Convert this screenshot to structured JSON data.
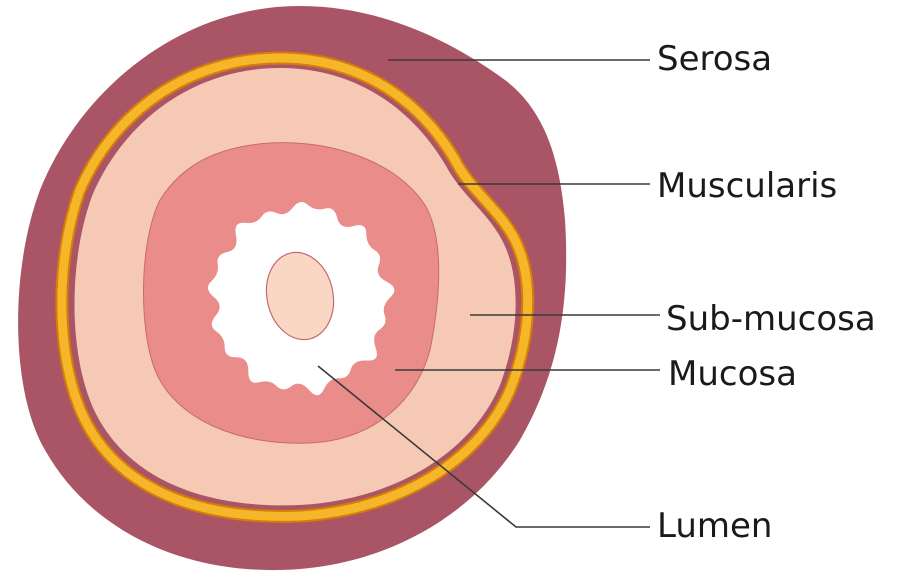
{
  "labels": {
    "serosa": "Serosa",
    "muscularis": "Muscularis",
    "submucosa": "Sub-mucosa",
    "mucosa": "Mucosa",
    "lumen": "Lumen"
  },
  "colors": {
    "serosa": "#a95566",
    "muscularis": "#f2a91f",
    "muscularis_bead": "#f6b62a",
    "muscularis_outline": "#d47d08",
    "submucosa": "#f6c9b4",
    "mucosa": "#ea8d8a",
    "lumen": "#ffffff",
    "inner_core": "#fad6c4",
    "leader_line": "#3a3a3a",
    "text": "#1a1a1a"
  }
}
